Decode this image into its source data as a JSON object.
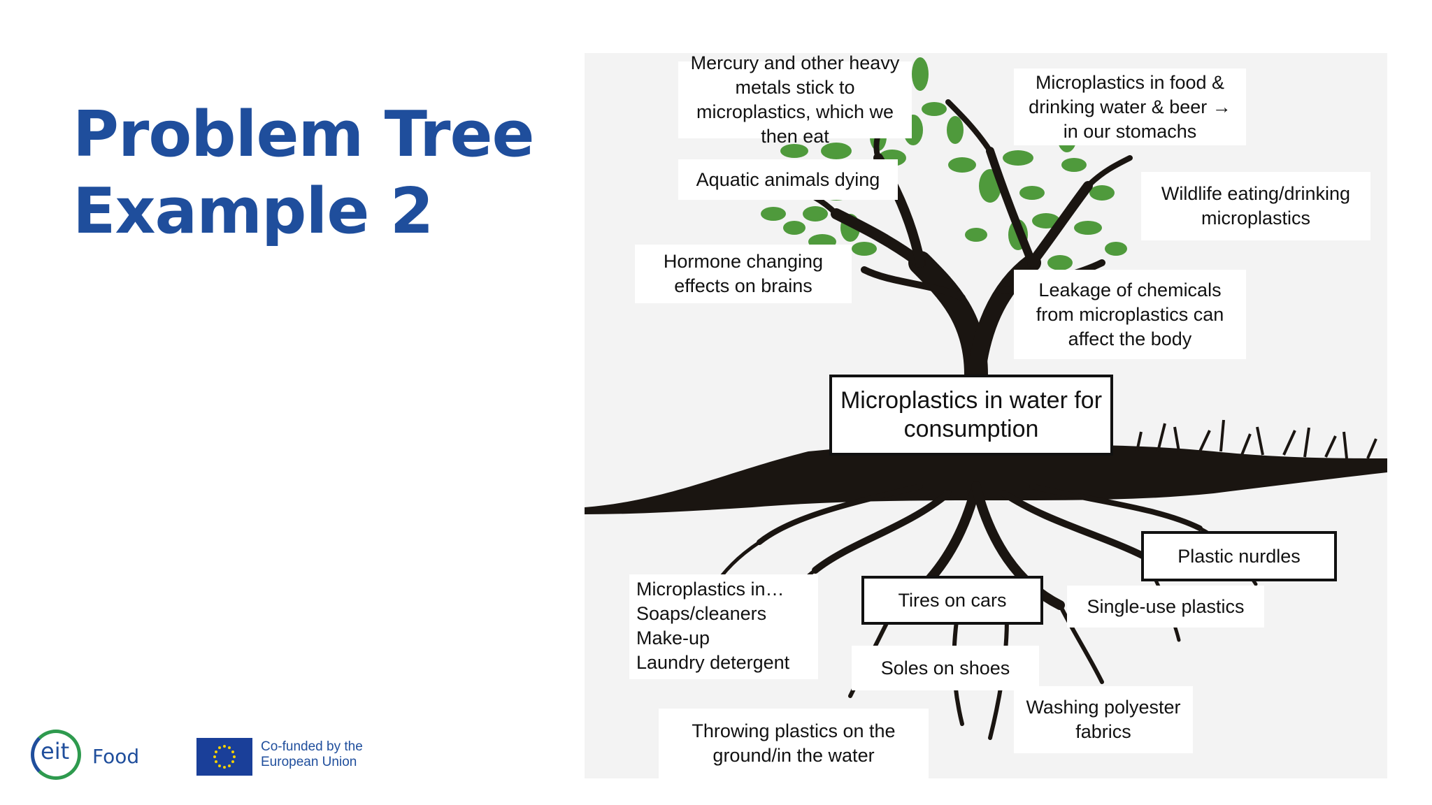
{
  "slide": {
    "title_line1": "Problem Tree",
    "title_line2": "Example 2"
  },
  "diagram": {
    "core_problem": "Microplastics in water for consumption",
    "effects": [
      "Mercury and other heavy metals stick to microplastics, which we then eat",
      "Microplastics in food & drinking water & beer → in our stomachs",
      "Aquatic animals dying",
      "Wildlife eating/drinking microplastics",
      "Hormone changing effects on brains",
      "Leakage of chemicals from microplastics can affect the body"
    ],
    "causes": [
      "Plastic nurdles",
      "Microplastics in…",
      "Soaps/cleaners",
      "Make-up",
      "Laundry detergent",
      "Tires on cars",
      "Single-use plastics",
      "Soles on shoes",
      "Washing polyester fabrics",
      "Throwing plastics on the ground/in the water"
    ],
    "colors": {
      "leaf": "#4f9a3c",
      "trunk": "#1a1511",
      "title": "#1f4e9c"
    }
  },
  "footer": {
    "eit_logo_text": "eit",
    "food_text": "Food",
    "eu_line1": "Co-funded by the",
    "eu_line2": "European Union"
  }
}
